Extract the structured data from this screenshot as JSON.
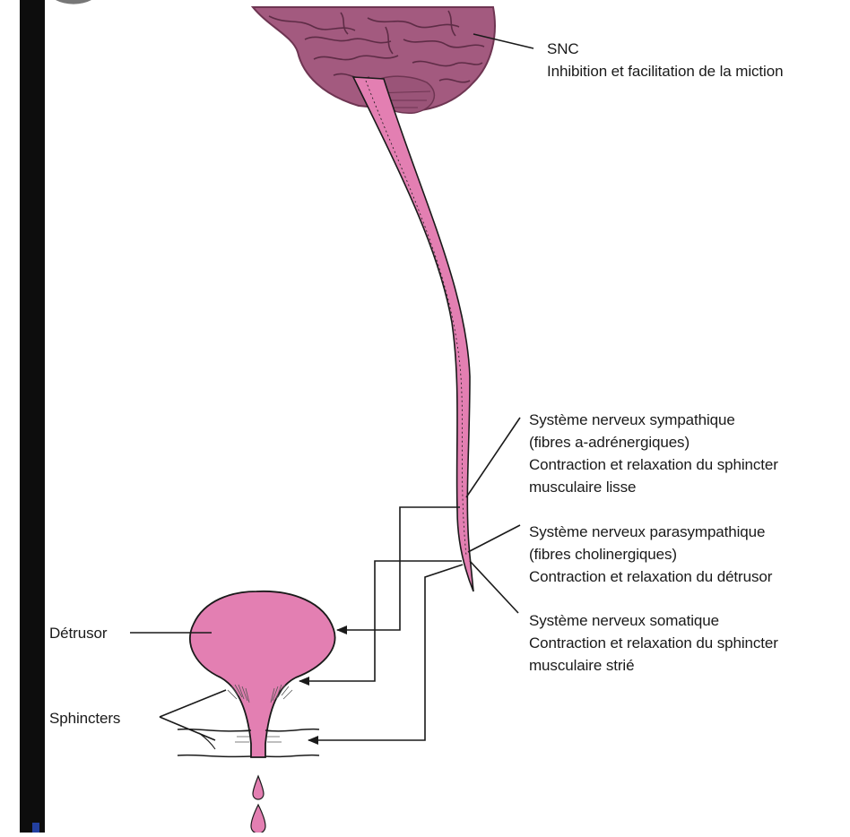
{
  "colors": {
    "pink": "#e37fb2",
    "brain": "#a35a7f",
    "brain_dark": "#6e3552",
    "ink": "#1a1a1a",
    "left_bar": "#0d0d0d"
  },
  "labels": {
    "snc": {
      "line1": "SNC",
      "line2": "Inhibition et facilitation de la miction"
    },
    "sympathique": {
      "line1": "Système nerveux sympathique",
      "line2": "(fibres a-adrénergiques)",
      "line3": "Contraction et relaxation du sphincter",
      "line4": "musculaire lisse"
    },
    "parasympathique": {
      "line1": "Système nerveux parasympathique",
      "line2": "(fibres cholinergiques)",
      "line3": "Contraction et relaxation du détrusor"
    },
    "somatique": {
      "line1": "Système nerveux somatique",
      "line2": "Contraction et relaxation du sphincter",
      "line3": "musculaire strié"
    },
    "detrusor": "Détrusor",
    "sphincters": "Sphincters"
  }
}
